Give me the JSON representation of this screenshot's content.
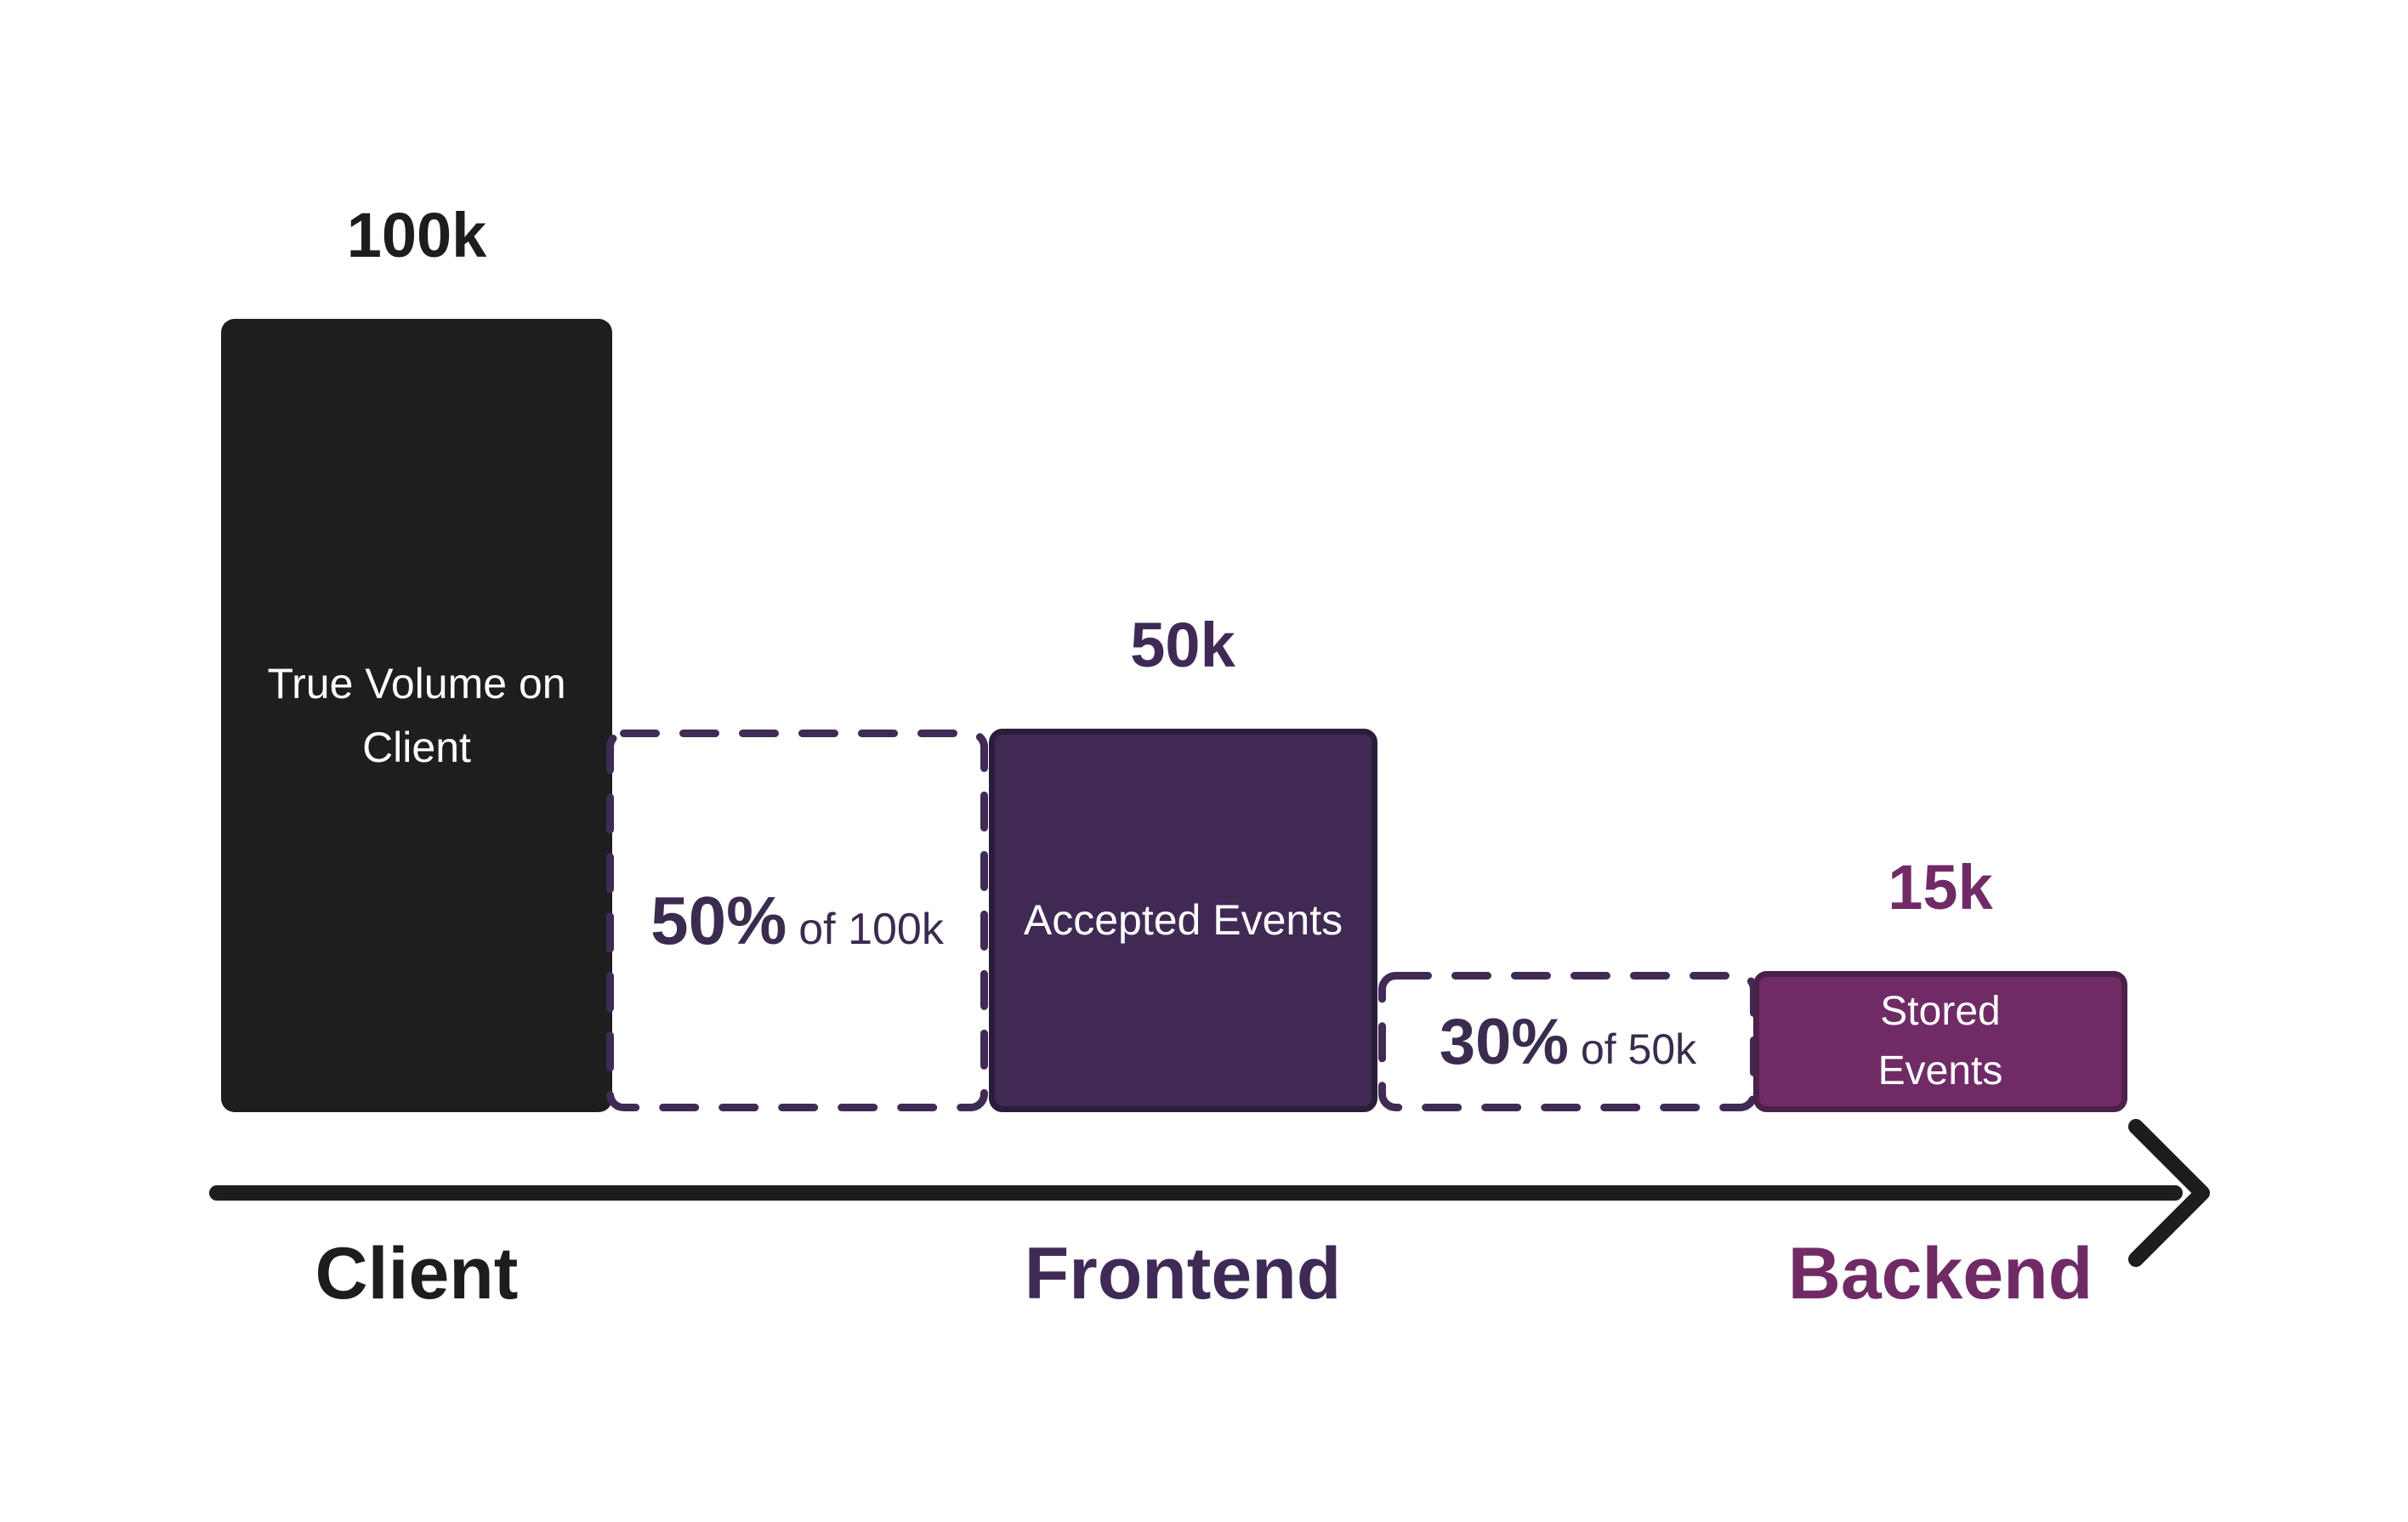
{
  "chart_data": {
    "type": "bar",
    "categories": [
      "Client",
      "Frontend",
      "Backend"
    ],
    "values": [
      100000,
      50000,
      15000
    ],
    "value_labels": [
      "100k",
      "50k",
      "15k"
    ],
    "bar_labels": [
      "True Volume on Client",
      "Accepted Events",
      "Stored Events"
    ],
    "annotations": [
      {
        "text": "50% of 100k",
        "percent": 50,
        "of_value": "100k",
        "between": [
          "Client",
          "Frontend"
        ]
      },
      {
        "text": "30% of 50k",
        "percent": 30,
        "of_value": "50k",
        "between": [
          "Frontend",
          "Backend"
        ]
      }
    ],
    "title": "",
    "xlabel": "",
    "ylabel": "",
    "legend": false,
    "orientation": "vertical",
    "flow_direction": "Client to Frontend to Backend"
  },
  "bars": {
    "client": {
      "value_label": "100k",
      "label_line1": "True Volume on",
      "label_line2": "Client"
    },
    "frontend": {
      "value_label": "50k",
      "label": "Accepted Events"
    },
    "backend": {
      "value_label": "15k",
      "label_line1": "Stored",
      "label_line2": "Events"
    }
  },
  "drop_annotations": {
    "first": {
      "percent": "50%",
      "of": "of 100k"
    },
    "second": {
      "percent": "30%",
      "of": "of 50k"
    }
  },
  "axis": {
    "client": "Client",
    "frontend": "Frontend",
    "backend": "Backend"
  },
  "colors": {
    "background": "#ffffff",
    "client_bar": "#1e1e1e",
    "accepted_bar_fill": "#402a54",
    "accepted_bar_border": "#291d3b",
    "stored_bar_fill": "#702b66",
    "stored_bar_border": "#4b2148",
    "dashed_border": "#3f2b55",
    "annotation_text": "#3b2b4f",
    "arrow": "#1d1d1d",
    "value_100k_text": "#1d1d1d",
    "value_50k_text": "#3f2a56",
    "value_15k_text": "#702b66",
    "bar_text": "#ffffff"
  }
}
